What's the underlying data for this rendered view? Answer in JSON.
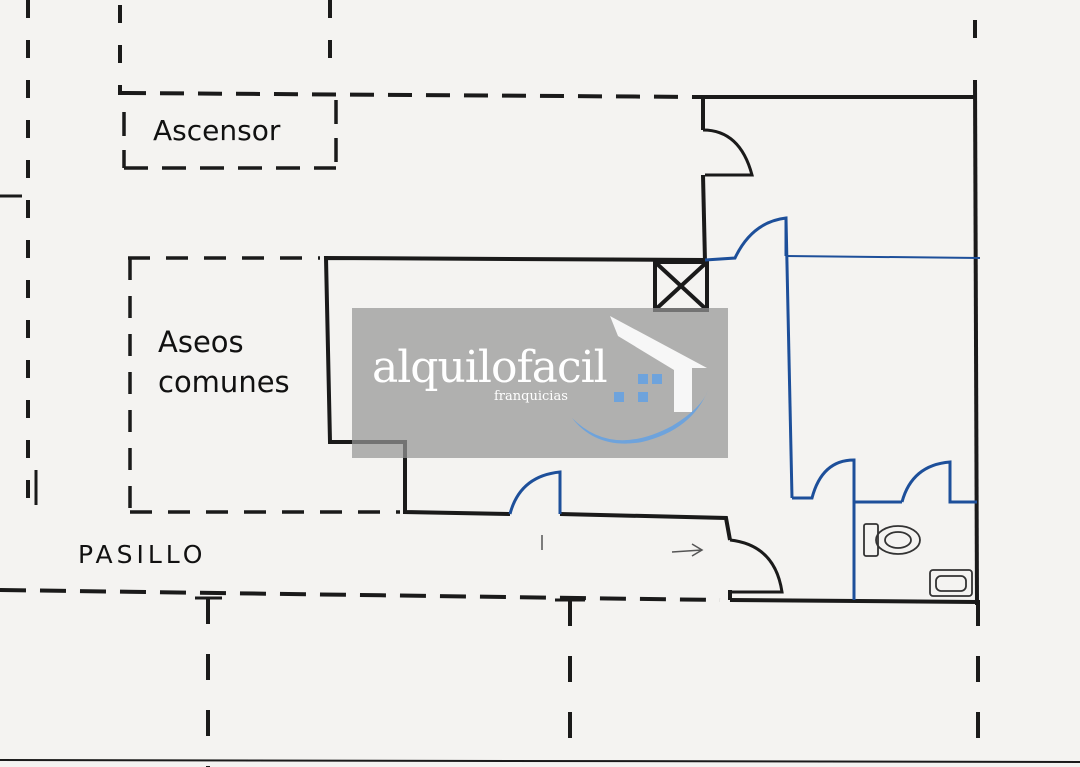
{
  "rooms": {
    "ascensor": "Ascensor",
    "aseos_line1": "Aseos",
    "aseos_line2": "comunes",
    "pasillo": "PASILLO"
  },
  "watermark": {
    "brand": "alquilofacil",
    "tagline": "franquicias"
  },
  "colors": {
    "paper": "#f4f3f1",
    "ink": "#1a1a1a",
    "blue_ink": "#1d4f9a",
    "watermark_blue": "#6ea3dc"
  }
}
